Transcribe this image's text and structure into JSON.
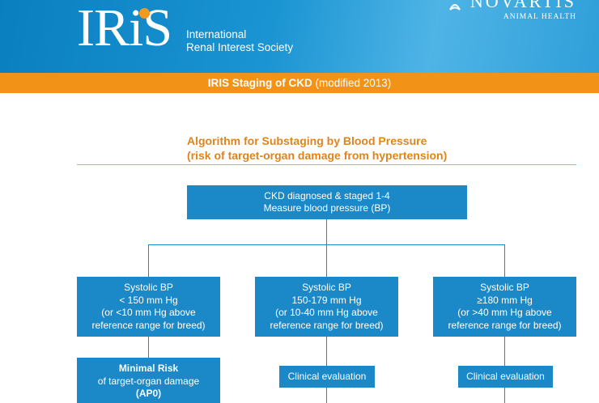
{
  "header": {
    "logo_text": "IRiS",
    "society_line1": "International",
    "society_line2": "Renal Interest Society",
    "sponsor_name": "NOVARTIS",
    "sponsor_sub": "ANIMAL HEALTH"
  },
  "banner": {
    "title_bold": "IRIS Staging of CKD",
    "title_rest": " (modified 2013)"
  },
  "algorithm": {
    "title_line1": "Algorithm for Substaging by Blood Pressure",
    "title_line2": "(risk of target-organ damage from hypertension)"
  },
  "top_box": {
    "line1": "CKD diagnosed & staged 1-4",
    "line2": "Measure blood pressure (BP)"
  },
  "branches": [
    {
      "line1": "Systolic BP",
      "line2": "< 150 mm Hg",
      "line3": "(or <10 mm Hg above",
      "line4": "reference range for breed)",
      "outcome_bold": "Minimal Risk",
      "outcome_line2": "of target-organ damage",
      "outcome_code": "(AP0)"
    },
    {
      "line1": "Systolic BP",
      "line2": "150-179 mm Hg",
      "line3": "(or 10-40  mm Hg above",
      "line4": "reference range for breed)",
      "outcome": "Clinical evaluation"
    },
    {
      "line1": "Systolic BP",
      "line2": "≥180 mm Hg",
      "line3": "(or >40  mm Hg above",
      "line4": "reference range for breed)",
      "outcome": "Clinical evaluation"
    }
  ],
  "colors": {
    "header_blue": "#1a94d2",
    "banner_orange": "#f29317",
    "title_orange": "#e0841a",
    "box_blue": "#1b88c8"
  }
}
